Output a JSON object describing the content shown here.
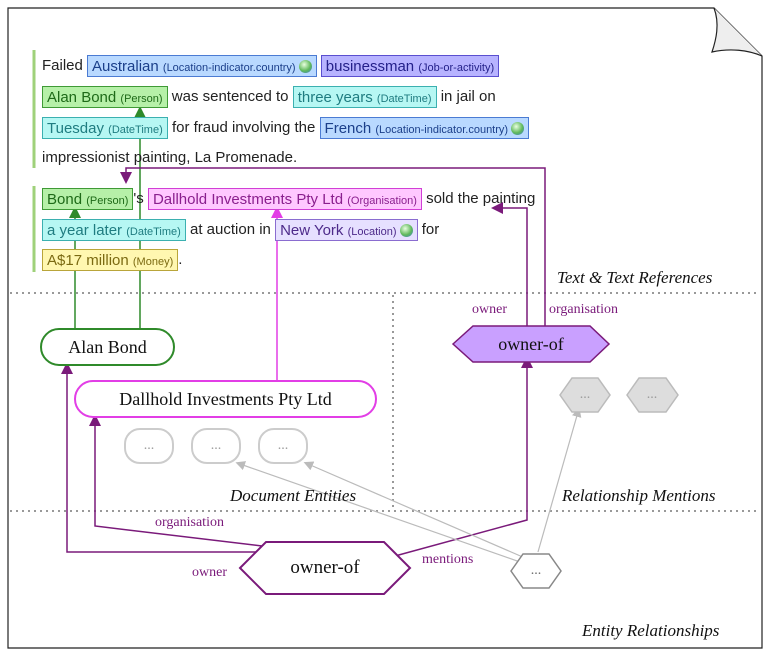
{
  "text": {
    "para1": {
      "w_failed": "Failed",
      "australian": {
        "word": "Australian",
        "tag": "(Location-indicator.country)"
      },
      "businessman": {
        "word": "businessman",
        "tag": "(Job-or-activity)"
      },
      "alan_bond": {
        "word": "Alan Bond",
        "tag": "(Person)"
      },
      "w_sentenced": "was sentenced to",
      "three_years": {
        "word": "three years",
        "tag": "(DateTime)"
      },
      "w_jail": "in jail on",
      "tuesday": {
        "word": "Tuesday",
        "tag": "(DateTime)"
      },
      "w_fraud": "for fraud involving the",
      "french": {
        "word": "French",
        "tag": "(Location-indicator.country)"
      },
      "w_last": "impressionist painting, La Promenade."
    },
    "para2": {
      "bond": {
        "word": "Bond",
        "tag": "(Person)"
      },
      "w_s": "'s",
      "dallhold": {
        "word": "Dallhold Investments Pty Ltd",
        "tag": "(Organisation)"
      },
      "w_sold": "sold the painting",
      "year_later": {
        "word": "a year later",
        "tag": "(DateTime)"
      },
      "w_auction": "at auction in",
      "new_york": {
        "word": "New York",
        "tag": "(Location)"
      },
      "w_for": "for",
      "money": {
        "word": "A$17 million",
        "tag": "(Money)"
      },
      "w_dot": "."
    }
  },
  "regions": {
    "text_refs": "Text & Text References",
    "doc_entities": "Document Entities",
    "rel_mentions": "Relationship Mentions",
    "entity_rels": "Entity Relationships"
  },
  "nodes": {
    "alan_bond": "Alan Bond",
    "dallhold": "Dallhold Investments Pty Ltd",
    "owner_of_mention": "owner-of",
    "owner_of_rel": "owner-of",
    "ellipsis": "..."
  },
  "edge_labels": {
    "owner_top": "owner",
    "organisation_top": "organisation",
    "organisation_bottom": "organisation",
    "owner_bottom": "owner",
    "mentions": "mentions"
  },
  "colors": {
    "person": "#2f8a2a",
    "organisation": "#e23ee6",
    "relation": "#7a1a7a",
    "relation_fill": "#c9a0ff",
    "grey": "#bbbbbb"
  }
}
